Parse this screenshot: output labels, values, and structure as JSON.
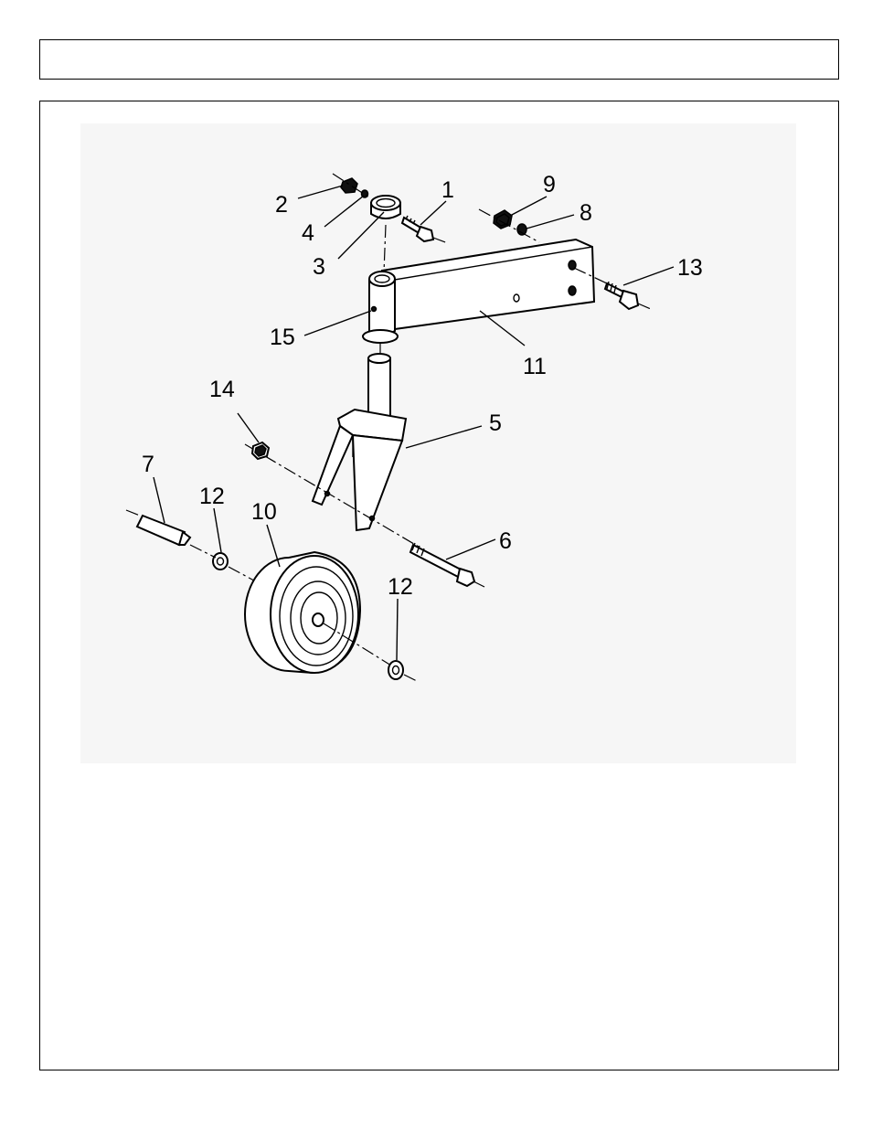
{
  "header": {
    "title": ""
  },
  "diagram": {
    "background": "#f7f7f7",
    "callouts": [
      {
        "id": "c1",
        "label": "1"
      },
      {
        "id": "c2",
        "label": "2"
      },
      {
        "id": "c3",
        "label": "3"
      },
      {
        "id": "c4",
        "label": "4"
      },
      {
        "id": "c5",
        "label": "5"
      },
      {
        "id": "c6",
        "label": "6"
      },
      {
        "id": "c7",
        "label": "7"
      },
      {
        "id": "c8",
        "label": "8"
      },
      {
        "id": "c9",
        "label": "9"
      },
      {
        "id": "c10",
        "label": "10"
      },
      {
        "id": "c11",
        "label": "11"
      },
      {
        "id": "c12a",
        "label": "12"
      },
      {
        "id": "c12b",
        "label": "12"
      },
      {
        "id": "c13",
        "label": "13"
      },
      {
        "id": "c14",
        "label": "14"
      },
      {
        "id": "c15",
        "label": "15"
      }
    ]
  }
}
